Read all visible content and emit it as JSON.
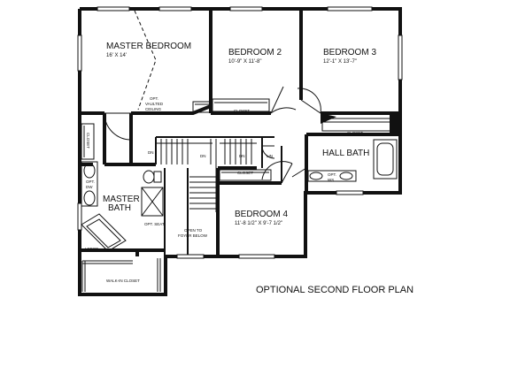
{
  "plan_title": "OPTIONAL SECOND FLOOR PLAN",
  "rooms": {
    "master_bedroom": {
      "name": "MASTER BEDROOM",
      "dims": "16' X 14'"
    },
    "bedroom2": {
      "name": "BEDROOM 2",
      "dims": "10'-9\" X 11'-8\""
    },
    "bedroom3": {
      "name": "BEDROOM 3",
      "dims": "12'-1\" X 13'-7\""
    },
    "bedroom4": {
      "name": "BEDROOM 4",
      "dims": "11'-8 1/2\" X 9'-7 1/2\""
    },
    "hall_bath": {
      "name": "HALL BATH"
    },
    "master_bath": {
      "name_line1": "MASTER",
      "name_line2": "BATH"
    }
  },
  "notes": {
    "opt_vaulted_line1": "OPT.",
    "opt_vaulted_line2": "VAULTED",
    "opt_vaulted_line3": "CEILING",
    "closet": "CLOSET",
    "dn": "DN",
    "lin": "LIN",
    "open_to_line1": "OPEN TO",
    "open_to_line2": "FOYER BELOW",
    "opt_seat": "OPT. SEAT",
    "ledge": "LEDGE",
    "walk_in_closet": "WALK-IN CLOSET",
    "opt_label": "OPT.",
    "dw_label": "DW",
    "ws_label": "WS"
  }
}
